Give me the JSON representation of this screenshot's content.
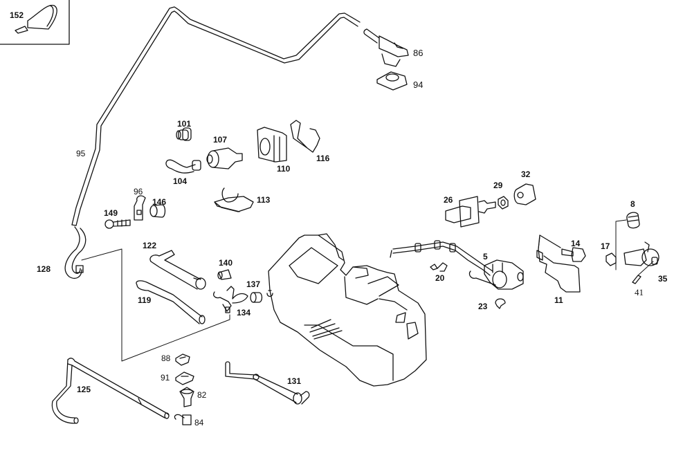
{
  "diagram": {
    "type": "exploded parts diagram",
    "subject": "Fuel tank and evaporative/ventilation components",
    "line_color": "#111111",
    "background": "#ffffff",
    "labels": {
      "p152": "152",
      "p86": "86",
      "p94": "94",
      "p95": "95",
      "p101": "101",
      "p107": "107",
      "p104": "104",
      "p110": "110",
      "p116": "116",
      "p113": "113",
      "p96": "96",
      "p146": "146",
      "p149": "149",
      "p32": "32",
      "p29": "29",
      "p26": "26",
      "p8": "8",
      "p14": "14",
      "p17": "17",
      "p5": "5",
      "p20": "20",
      "p23": "23",
      "p11": "11",
      "p35": "35",
      "p41": "41",
      "p128": "128",
      "p122": "122",
      "p140": "140",
      "p137": "137",
      "p119": "119",
      "p134": "134",
      "p88": "88",
      "p91": "91",
      "p82": "82",
      "p84": "84",
      "p125": "125",
      "p131": "131"
    }
  }
}
